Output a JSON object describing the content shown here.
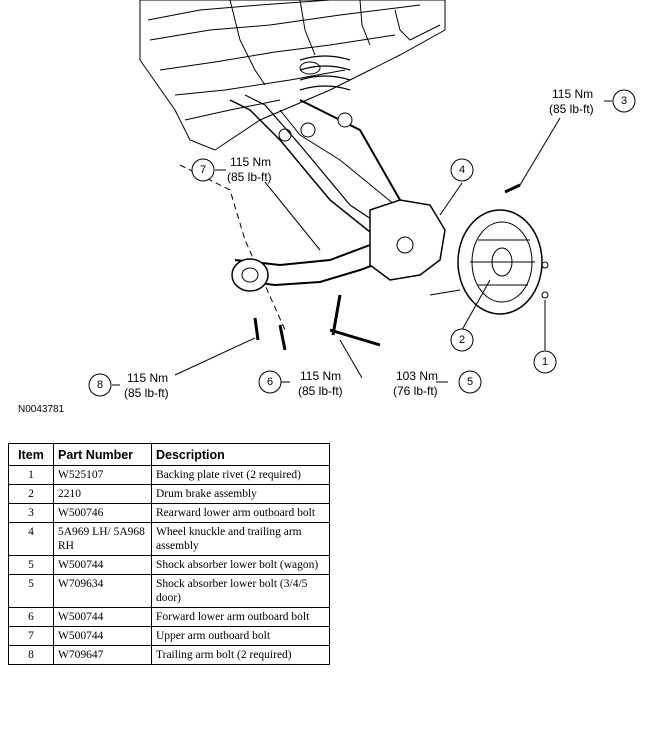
{
  "figure": {
    "id": "N0043781",
    "callouts": [
      {
        "num": "1"
      },
      {
        "num": "2"
      },
      {
        "num": "3",
        "torque_nm": "115 Nm",
        "torque_lbft": "(85 lb-ft)"
      },
      {
        "num": "4"
      },
      {
        "num": "5",
        "torque_nm": "103 Nm",
        "torque_lbft": "(76 lb-ft)"
      },
      {
        "num": "6",
        "torque_nm": "115 Nm",
        "torque_lbft": "(85 lb-ft)"
      },
      {
        "num": "7",
        "torque_nm": "115 Nm",
        "torque_lbft": "(85 lb-ft)"
      },
      {
        "num": "8",
        "torque_nm": "115 Nm",
        "torque_lbft": "(85 lb-ft)"
      }
    ]
  },
  "table": {
    "headers": {
      "item": "Item",
      "part_number": "Part Number",
      "description": "Description"
    },
    "rows": [
      {
        "item": "1",
        "part_number": "W525107",
        "description": "Backing plate rivet (2 required)"
      },
      {
        "item": "2",
        "part_number": "2210",
        "description": "Drum brake assembly"
      },
      {
        "item": "3",
        "part_number": "W500746",
        "description": "Rearward lower arm outboard bolt"
      },
      {
        "item": "4",
        "part_number": "5A969 LH/ 5A968 RH",
        "description": "Wheel knuckle and trailing arm assembly"
      },
      {
        "item": "5",
        "part_number": "W500744",
        "description": "Shock absorber lower bolt (wagon)"
      },
      {
        "item": "5",
        "part_number": "W709634",
        "description": "Shock absorber lower bolt (3/4/5 door)"
      },
      {
        "item": "6",
        "part_number": "W500744",
        "description": "Forward lower arm outboard bolt"
      },
      {
        "item": "7",
        "part_number": "W500744",
        "description": "Upper arm outboard bolt"
      },
      {
        "item": "8",
        "part_number": "W709647",
        "description": "Trailing arm bolt (2 required)"
      }
    ]
  }
}
